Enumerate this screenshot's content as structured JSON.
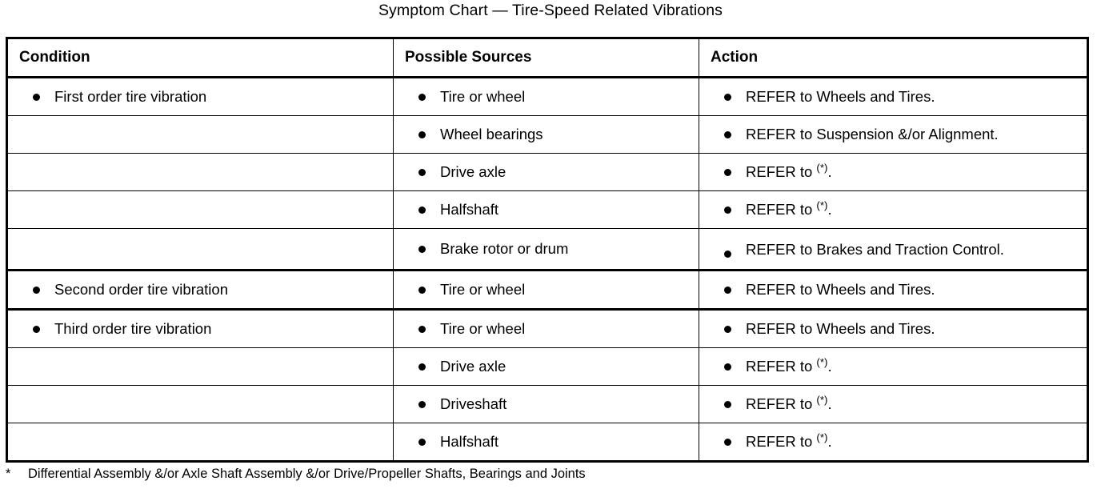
{
  "title": "Symptom Chart — Tire-Speed Related Vibrations",
  "table": {
    "headers": {
      "condition": "Condition",
      "sources": "Possible Sources",
      "action": "Action"
    },
    "rows": [
      {
        "condition": "First order tire vibration",
        "source": "Tire or wheel",
        "action": "REFER to Wheels and Tires.",
        "group_start": true
      },
      {
        "condition": "",
        "source": "Wheel bearings",
        "action": "REFER to Suspension &/or Alignment.",
        "group_start": false
      },
      {
        "condition": "",
        "source": "Drive axle",
        "action": "REFER to (*).",
        "action_ref": true,
        "group_start": false
      },
      {
        "condition": "",
        "source": "Halfshaft",
        "action": "REFER to (*).",
        "action_ref": true,
        "group_start": false
      },
      {
        "condition": "",
        "source": "Brake rotor or drum",
        "action": "REFER to Brakes and Traction Control.",
        "group_start": false,
        "two_line": true
      },
      {
        "condition": "Second order tire vibration",
        "source": "Tire or wheel",
        "action": "REFER to Wheels and Tires.",
        "group_start": true
      },
      {
        "condition": "Third order tire vibration",
        "source": "Tire or wheel",
        "action": "REFER to Wheels and Tires.",
        "group_start": true
      },
      {
        "condition": "",
        "source": "Drive axle",
        "action": "REFER to (*).",
        "action_ref": true,
        "group_start": false
      },
      {
        "condition": "",
        "source": "Driveshaft",
        "action": "REFER to (*).",
        "action_ref": true,
        "group_start": false
      },
      {
        "condition": "",
        "source": "Halfshaft",
        "action": "REFER to (*).",
        "action_ref": true,
        "group_start": false
      }
    ]
  },
  "footnote": {
    "mark": "*",
    "text": "Differential Assembly &/or Axle Shaft Assembly &/or Drive/Propeller Shafts, Bearings and Joints"
  },
  "colors": {
    "ink": "#000000",
    "paper": "#ffffff"
  }
}
